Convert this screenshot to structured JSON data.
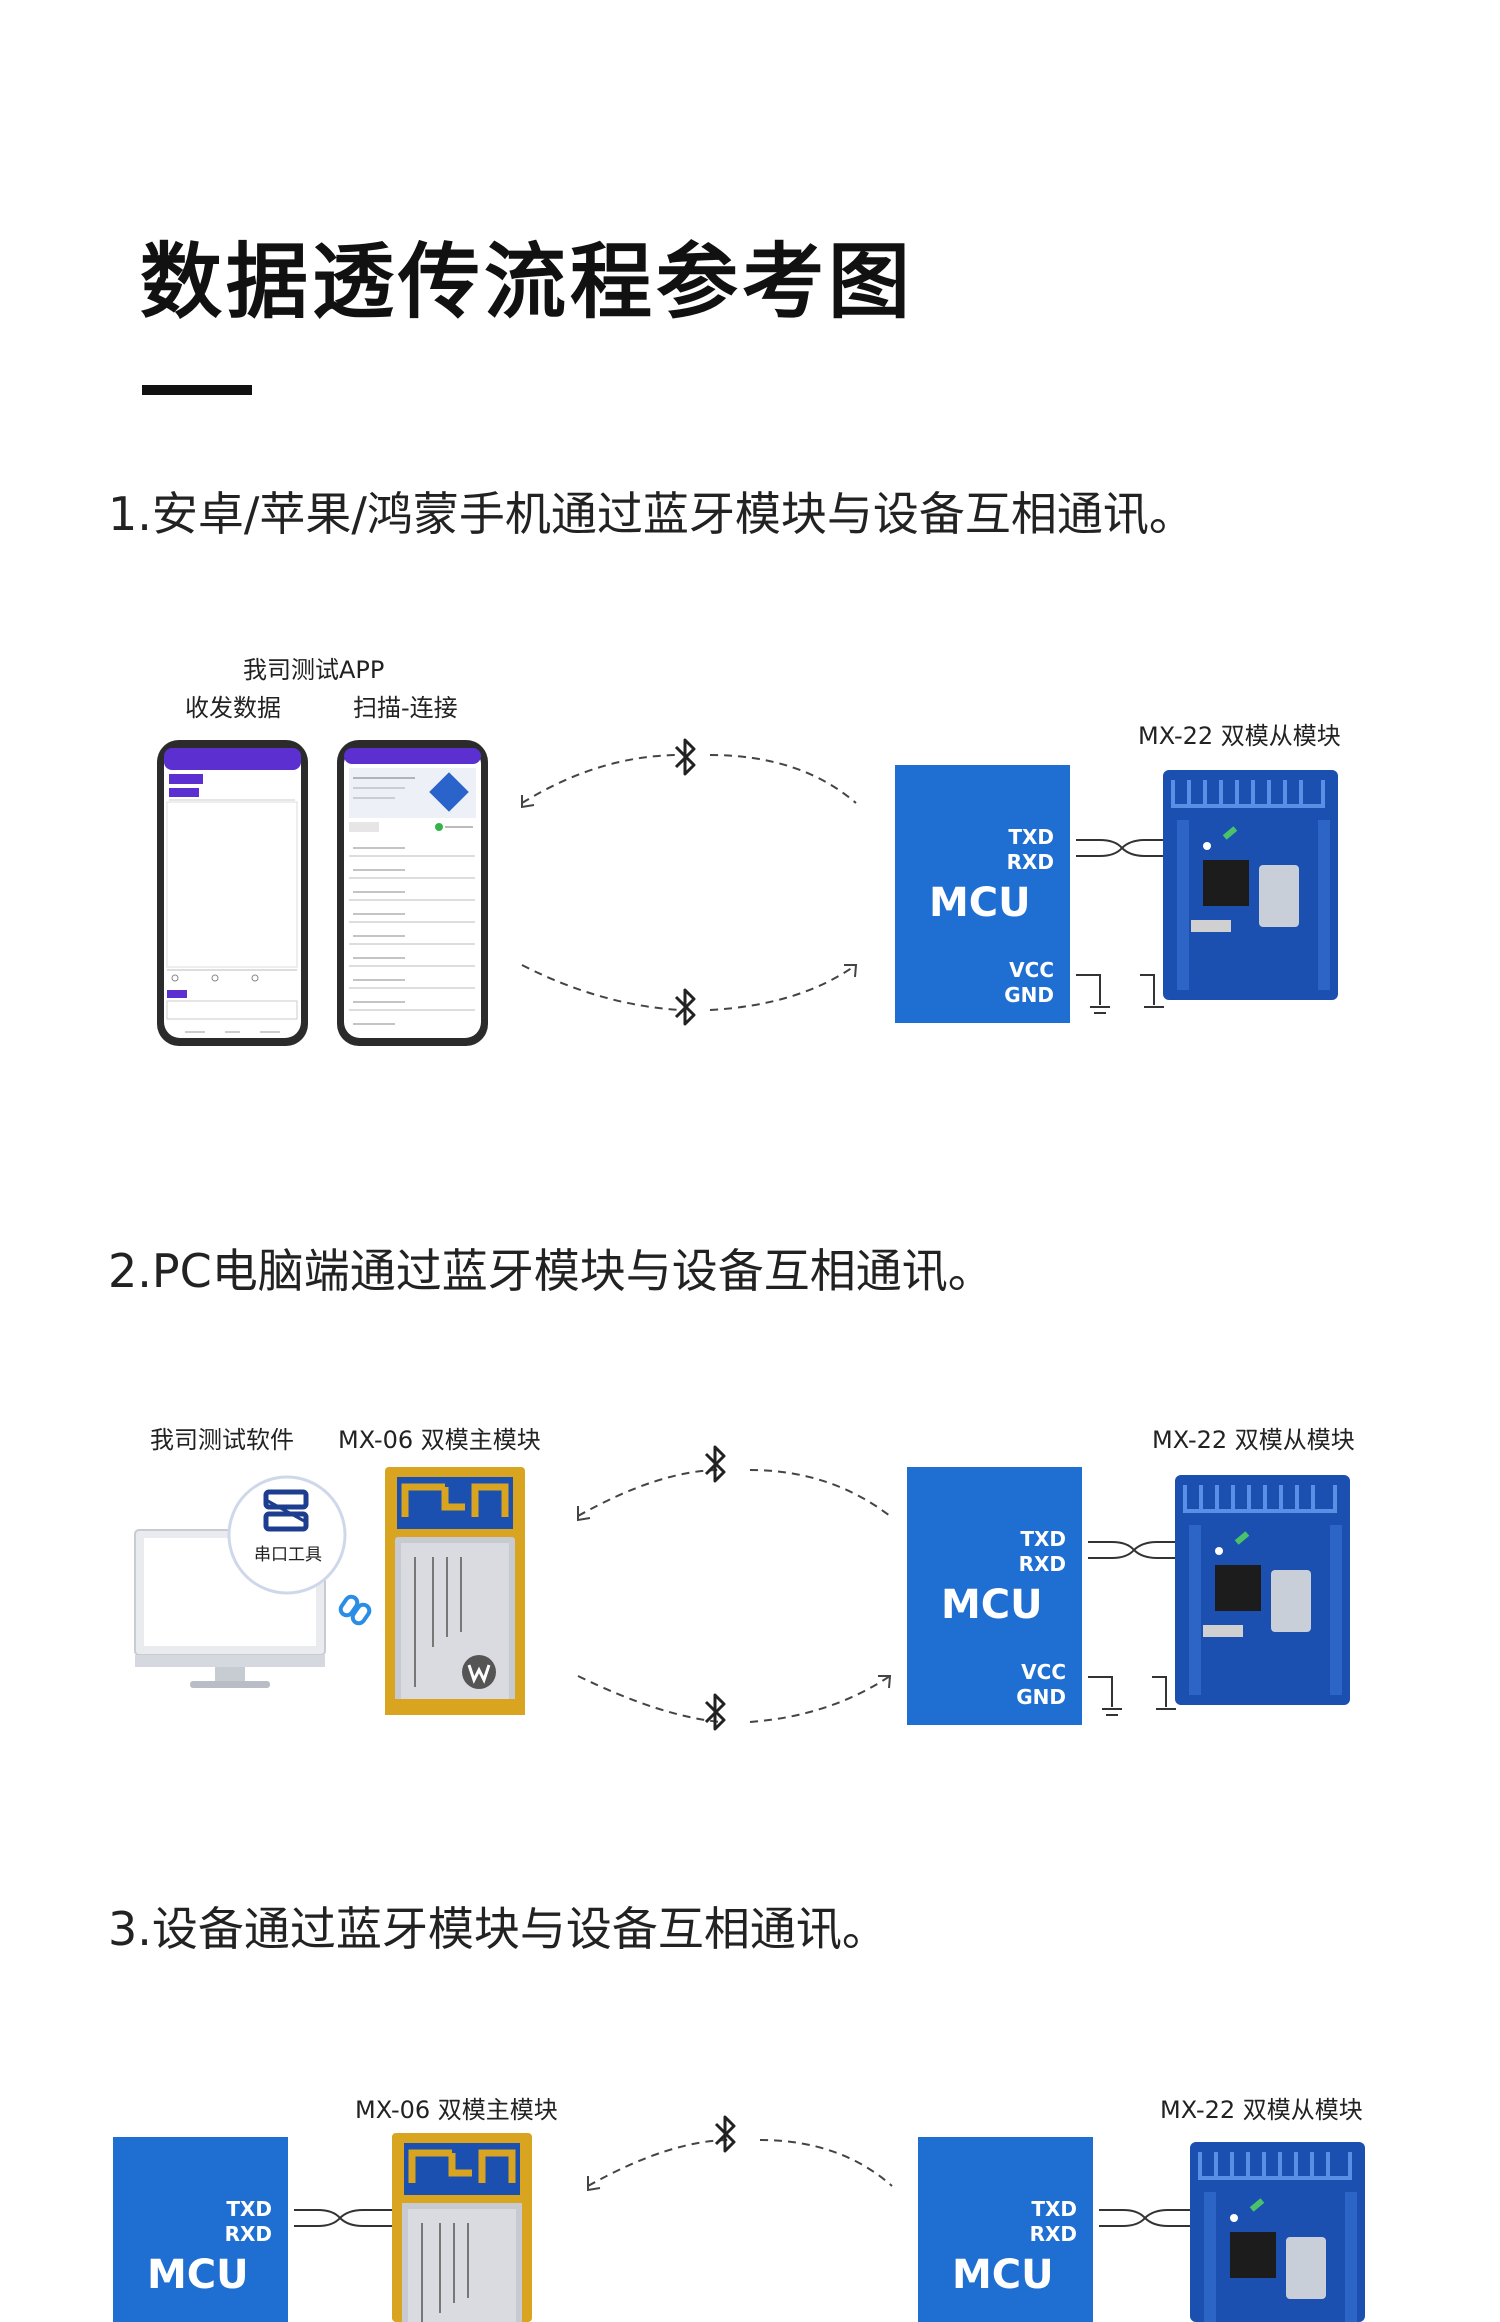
{
  "page": {
    "title": "数据透传流程参考图"
  },
  "sections": [
    {
      "heading": "1.安卓/苹果/鸿蒙手机通过蓝牙模块与设备互相通讯。",
      "app_label": "我司测试APP",
      "phone_left_label": "收发数据",
      "phone_right_label": "扫描-连接",
      "slave_module_label": "MX-22 双模从模块",
      "mcu": {
        "name": "MCU",
        "txd": "TXD",
        "rxd": "RXD",
        "vcc": "VCC",
        "gnd": "GND"
      }
    },
    {
      "heading": "2.PC电脑端通过蓝牙模块与设备互相通讯。",
      "software_label": "我司测试软件",
      "serial_tool_label": "串口工具",
      "master_module_label": "MX-06 双模主模块",
      "slave_module_label": "MX-22 双模从模块",
      "mcu": {
        "name": "MCU",
        "txd": "TXD",
        "rxd": "RXD",
        "vcc": "VCC",
        "gnd": "GND"
      }
    },
    {
      "heading": "3.设备通过蓝牙模块与设备互相通讯。",
      "master_module_label": "MX-06 双模主模块",
      "slave_module_label": "MX-22 双模从模块",
      "mcu_left": {
        "name": "MCU",
        "txd": "TXD",
        "rxd": "RXD"
      },
      "mcu_right": {
        "name": "MCU",
        "txd": "TXD",
        "rxd": "RXD"
      }
    }
  ],
  "colors": {
    "mcu_blue": "#1f6fd3",
    "pcb_blue": "#1b4fb0",
    "app_purple": "#5b2fd0",
    "module_gold": "#d9a521"
  },
  "icons": [
    "bluetooth-icon",
    "serial-tool-icon",
    "link-icon",
    "ground-symbol-icon"
  ]
}
